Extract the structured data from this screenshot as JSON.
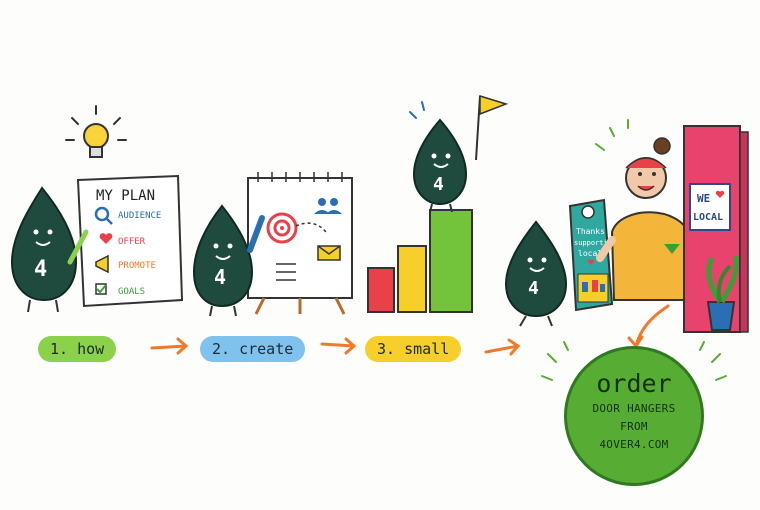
{
  "steps": {
    "step1": "1. how",
    "step2": "2. create",
    "step3": "3. small"
  },
  "mascot_number": "4",
  "plan_board": {
    "title": "MY PLAN",
    "items": [
      "AUDIENCE",
      "OFFER",
      "PROMOTE",
      "GOALS"
    ]
  },
  "door_hanger": {
    "text_line1": "Thanks",
    "text_line2": "supporting",
    "text_line3": "local!"
  },
  "door_sign": {
    "line1": "WE",
    "line2": "LOCAL"
  },
  "order_badge": {
    "title": "order",
    "line1": "DOOR HANGERS",
    "line2": "FROM",
    "line3": "4OVER4.COM"
  },
  "colors": {
    "mascot": "#1f4a3e",
    "arrow": "#f07a2a",
    "green": "#57ad33",
    "blue": "#7fc2ee",
    "yellow": "#f6cf2a",
    "red": "#e8414a"
  }
}
